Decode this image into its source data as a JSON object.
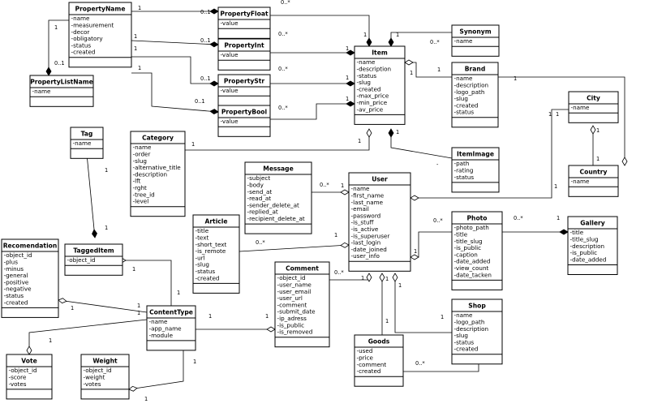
{
  "colors": {
    "line": "#000000",
    "background": "#ffffff"
  },
  "classes": [
    {
      "id": "PropertyName",
      "name": "PropertyName",
      "attrs": [
        "-name",
        "-measurement",
        "-decor",
        "-obligatory",
        "-status",
        "-created"
      ]
    },
    {
      "id": "PropertyListName",
      "name": "PropertyListName",
      "attrs": [
        "-name"
      ]
    },
    {
      "id": "PropertyFloat",
      "name": "PropertyFloat",
      "attrs": [
        "-value"
      ]
    },
    {
      "id": "PropertyInt",
      "name": "PropertyInt",
      "attrs": [
        "-value"
      ]
    },
    {
      "id": "PropertyStr",
      "name": "PropertyStr",
      "attrs": [
        "-value"
      ]
    },
    {
      "id": "PropertyBool",
      "name": "PropertyBool",
      "attrs": [
        "-value"
      ]
    },
    {
      "id": "Item",
      "name": "Item",
      "attrs": [
        "-name",
        "-description",
        "-status",
        "-slug",
        "-created",
        "-max_price",
        "-min_price",
        "-av_price"
      ]
    },
    {
      "id": "Synonym",
      "name": "Synonym",
      "attrs": [
        "-name"
      ]
    },
    {
      "id": "Brand",
      "name": "Brand",
      "attrs": [
        "-name",
        "-description",
        "-logo_path",
        "-slug",
        "-created",
        "-status"
      ]
    },
    {
      "id": "City",
      "name": "City",
      "attrs": [
        "-name"
      ]
    },
    {
      "id": "Country",
      "name": "Country",
      "attrs": [
        "-name"
      ]
    },
    {
      "id": "ItemImage",
      "name": "ItemImage",
      "attrs": [
        "-path",
        "-rating",
        "-status"
      ]
    },
    {
      "id": "Tag",
      "name": "Tag",
      "attrs": [
        "-name"
      ]
    },
    {
      "id": "Category",
      "name": "Category",
      "attrs": [
        "-name",
        "-order",
        "-slug",
        "-alternative_title",
        "-description",
        "-lft",
        "-rght",
        "-tree_id",
        "-level"
      ]
    },
    {
      "id": "Message",
      "name": "Message",
      "attrs": [
        "-subject",
        "-body",
        "-send_at",
        "-read_at",
        "-sender_delete_at",
        "-replied_at",
        "-recipient_delete_at"
      ]
    },
    {
      "id": "User",
      "name": "User",
      "attrs": [
        "-name",
        "-first_name",
        "-last_name",
        "-email",
        "-password",
        "-is_stuff",
        "-is_active",
        "-is_superuser",
        "-last_login",
        "-date_joined",
        "-user_info"
      ]
    },
    {
      "id": "Photo",
      "name": "Photo",
      "attrs": [
        "-photo_path",
        "-title",
        "-title_slug",
        "-is_public",
        "-caption",
        "-date_added",
        "-view_count",
        "-date_tacken"
      ]
    },
    {
      "id": "Gallery",
      "name": "Gallery",
      "attrs": [
        "-title",
        "-title_slug",
        "-description",
        "-is_public",
        "-date_added"
      ]
    },
    {
      "id": "Recomendation",
      "name": "Recomendation",
      "attrs": [
        "-object_id",
        "-plus",
        "-minus",
        "-general",
        "-positive",
        "-negative",
        "-status",
        "-created"
      ]
    },
    {
      "id": "TaggedItem",
      "name": "TaggedItem",
      "attrs": [
        "-object_id"
      ]
    },
    {
      "id": "Article",
      "name": "Article",
      "attrs": [
        "-title",
        "-text",
        "-short_text",
        "-is_remote",
        "-url",
        "-slug",
        "-status",
        "-created"
      ]
    },
    {
      "id": "Comment",
      "name": "Comment",
      "attrs": [
        "-object_id",
        "-user_name",
        "-user_email",
        "-user_url",
        "-comment",
        "-submit_date",
        "-ip_adress",
        "-is_public",
        "-is_removed"
      ]
    },
    {
      "id": "ContentType",
      "name": "ContentType",
      "attrs": [
        "-name",
        "-app_name",
        "-module"
      ]
    },
    {
      "id": "Shop",
      "name": "Shop",
      "attrs": [
        "-name",
        "-logo_path",
        "-description",
        "-slug",
        "-status",
        "-created"
      ]
    },
    {
      "id": "Goods",
      "name": "Goods",
      "attrs": [
        "-used",
        "-price",
        "-comment",
        "-created"
      ]
    },
    {
      "id": "Vote",
      "name": "Vote",
      "attrs": [
        "-object_id",
        "-score",
        "-votes"
      ]
    },
    {
      "id": "Weight",
      "name": "Weight",
      "attrs": [
        "-object_id",
        "-weight",
        "-votes"
      ]
    }
  ],
  "relations": [
    {
      "from": "PropertyName",
      "to": "PropertyFloat",
      "end": "1",
      "mult": "0..1"
    },
    {
      "from": "PropertyName",
      "to": "PropertyInt",
      "end": "1",
      "mult": "0..1"
    },
    {
      "from": "PropertyName",
      "to": "PropertyStr",
      "end": "1",
      "mult": "0..1"
    },
    {
      "from": "PropertyName",
      "to": "PropertyBool",
      "end": "1",
      "mult": "0..1"
    },
    {
      "from": "PropertyName",
      "to": "PropertyListName",
      "end": "1",
      "mult": "0..1"
    },
    {
      "from": "PropertyFloat",
      "to": "Item",
      "end": "1",
      "mult": "0..*"
    },
    {
      "from": "PropertyInt",
      "to": "Item",
      "end": "1",
      "mult": "0..*"
    },
    {
      "from": "PropertyStr",
      "to": "Item",
      "end": "1",
      "mult": "0..*"
    },
    {
      "from": "PropertyBool",
      "to": "Item",
      "end": "1",
      "mult": "0..*"
    },
    {
      "from": "Item",
      "to": "Synonym",
      "end": "1",
      "mult": "0..*"
    },
    {
      "from": "Item",
      "to": "Brand",
      "end": "1",
      "mult": "1"
    },
    {
      "from": "Brand",
      "to": "City",
      "end": "1",
      "mult": "1"
    },
    {
      "from": "City",
      "to": "Country",
      "end": "1",
      "mult": "1"
    },
    {
      "from": "Item",
      "to": "ItemImage",
      "end": "1",
      "mult": "-"
    },
    {
      "from": "Item",
      "to": "Category",
      "end": "1",
      "mult": "1"
    },
    {
      "from": "Tag",
      "to": "TaggedItem",
      "end": "1",
      "mult": "1"
    },
    {
      "from": "Message",
      "to": "User",
      "end": "1",
      "mult": "0..*"
    },
    {
      "from": "User",
      "to": "City",
      "end": "1",
      "mult": "1"
    },
    {
      "from": "User",
      "to": "Photo",
      "end": "1",
      "mult": "0..*"
    },
    {
      "from": "Photo",
      "to": "Gallery",
      "end": "1",
      "mult": "0..*"
    },
    {
      "from": "Article",
      "to": "User",
      "end": "1",
      "mult": "0..*"
    },
    {
      "from": "Comment",
      "to": "User",
      "end": "1",
      "mult": "0..*"
    },
    {
      "from": "User",
      "to": "Shop",
      "end": "1",
      "mult": "1"
    },
    {
      "from": "User",
      "to": "Goods",
      "end": "1",
      "mult": "1"
    },
    {
      "from": "Shop",
      "to": "Goods",
      "end": "1",
      "mult": "0..*"
    },
    {
      "from": "TaggedItem",
      "to": "ContentType",
      "end": "1",
      "mult": "1"
    },
    {
      "from": "Recomendation",
      "to": "ContentType",
      "end": "1",
      "mult": "1"
    },
    {
      "from": "Comment",
      "to": "ContentType",
      "end": "1",
      "mult": "1"
    },
    {
      "from": "Vote",
      "to": "ContentType",
      "end": "1",
      "mult": "1"
    },
    {
      "from": "Weight",
      "to": "ContentType",
      "end": "1",
      "mult": "1"
    }
  ]
}
